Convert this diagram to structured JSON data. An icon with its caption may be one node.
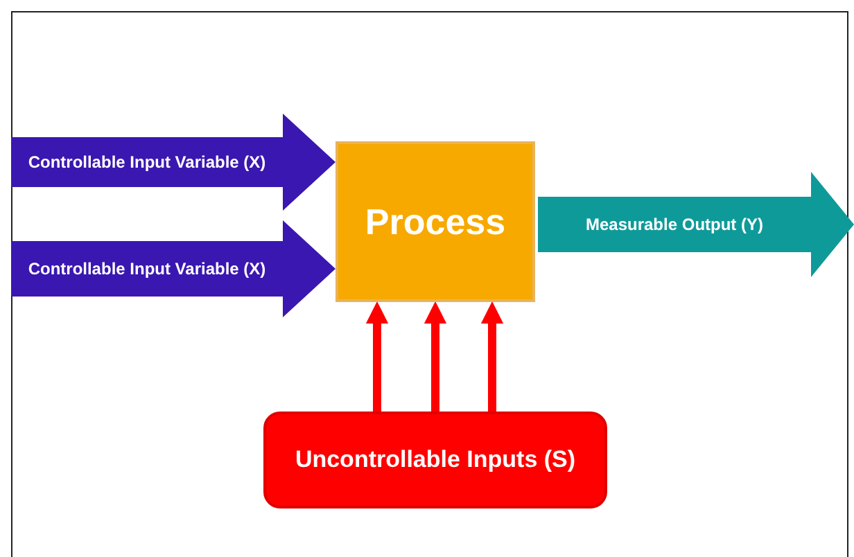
{
  "diagram": {
    "nodes": [
      {
        "text": [
          "Process"
        ]
      },
      {
        "text": [
          "Uncontrollable Inputs (S)"
        ]
      }
    ],
    "edges": [
      {
        "from": null,
        "to": 0,
        "arrow": "to",
        "label": "Controllable Input Variable (X)",
        "style": "thick",
        "color": "#3a17b0"
      },
      {
        "from": null,
        "to": 0,
        "arrow": "to",
        "label": "Controllable Input Variable (X)",
        "style": "thick",
        "color": "#3a17b0"
      },
      {
        "from": 0,
        "to": null,
        "arrow": "to",
        "label": "Measurable Output (Y)",
        "style": "thick",
        "color": "#0f9a9a"
      },
      {
        "from": 1,
        "to": 0,
        "arrow": "to"
      },
      {
        "from": 1,
        "to": 0,
        "arrow": "to"
      },
      {
        "from": 1,
        "to": 0,
        "arrow": "to"
      }
    ]
  }
}
